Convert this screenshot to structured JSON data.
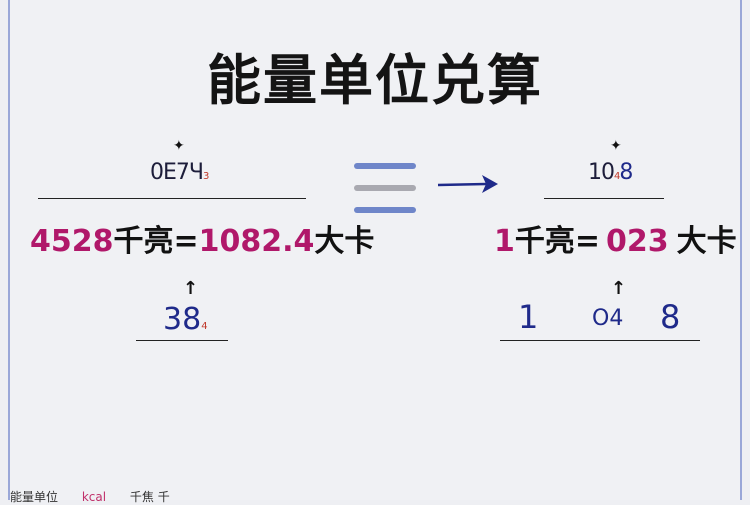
{
  "title": "能量单位兑算",
  "left": {
    "top_value": "0E7Ч",
    "top_value_sub": "3",
    "equation_num1": "4528",
    "equation_unit1": "千亮=",
    "equation_num2": "1082.4",
    "equation_unit2": "大卡",
    "bottom_value": "38",
    "bottom_value_sub": "4"
  },
  "right": {
    "top_value": "10",
    "top_value_sub": "4",
    "top_value_tail": "8",
    "equation_num1": "1",
    "equation_unit1": "千亮=",
    "equation_num2": "023",
    "equation_unit2": "大卡",
    "bottom_digit1": "1",
    "bottom_digit2": "O4",
    "bottom_digit3": "8"
  },
  "sparkle": "✦",
  "up_arrow": "↑",
  "footer": {
    "text1": "能量单位",
    "text2": "kcal",
    "text3": "千焦 千"
  },
  "colors": {
    "number_accent": "#b0186a",
    "blue_accent": "#1f2a8a",
    "stroke_blue": "#6f86c9",
    "stroke_gray": "#a9a9b0"
  }
}
